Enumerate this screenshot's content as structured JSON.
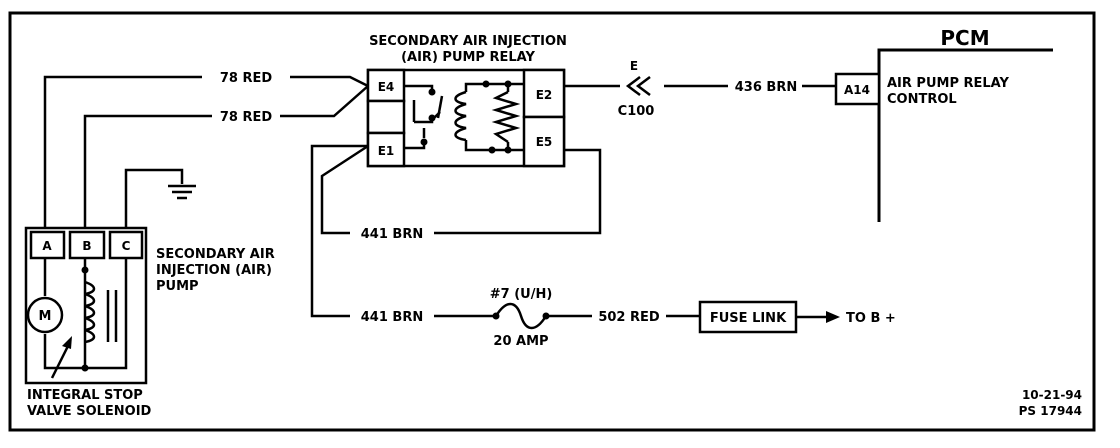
{
  "relay": {
    "title_line1": "SECONDARY AIR INJECTION",
    "title_line2": "(AIR) PUMP RELAY",
    "pin_e4": "E4",
    "pin_e1": "E1",
    "pin_e2": "E2",
    "pin_e5": "E5"
  },
  "pcm": {
    "label": "PCM",
    "pin": "A14",
    "desc_line1": "AIR PUMP RELAY",
    "desc_line2": "CONTROL"
  },
  "connector": {
    "letter": "E",
    "name": "C100"
  },
  "wires": {
    "w1": "78 RED",
    "w2": "78 RED",
    "w3": "436 BRN",
    "w4": "441 BRN",
    "w5": "441 BRN",
    "w6": "502 RED"
  },
  "fuse": {
    "name": "#7 (U/H)",
    "rating": "20 AMP"
  },
  "fuse_link": {
    "label": "FUSE LINK",
    "dest": "TO B +"
  },
  "pump": {
    "pin_a": "A",
    "pin_b": "B",
    "pin_c": "C",
    "motor": "M",
    "label_line1": "SECONDARY AIR",
    "label_line2": "INJECTION (AIR)",
    "label_line3": "PUMP"
  },
  "solenoid": {
    "line1": "INTEGRAL STOP",
    "line2": "VALVE SOLENOID"
  },
  "footer": {
    "date": "10-21-94",
    "code": "PS 17944"
  }
}
